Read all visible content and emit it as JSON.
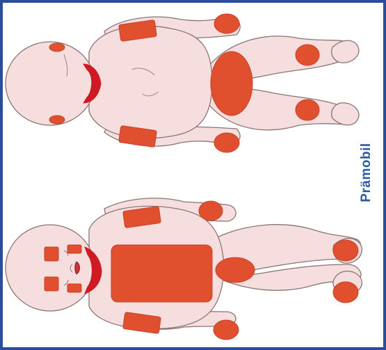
{
  "stage_label": "Prämobil",
  "colors": {
    "frame": "#2a4d9c",
    "skin": "#f6dede",
    "skin_outline": "#8a7474",
    "pressure_area": "#e0502e",
    "pressure_outline": "#c8422a",
    "neck_band": "#cf1a24",
    "label": "#2a5aa0"
  },
  "figures": [
    {
      "view": "back",
      "regions": [
        "back-of-head",
        "ears",
        "nape",
        "shoulder-blades",
        "elbows",
        "sacrum",
        "heels"
      ]
    },
    {
      "view": "front",
      "regions": [
        "forehead",
        "cheeks",
        "chin",
        "chest",
        "belly",
        "wrists",
        "knees"
      ]
    }
  ]
}
